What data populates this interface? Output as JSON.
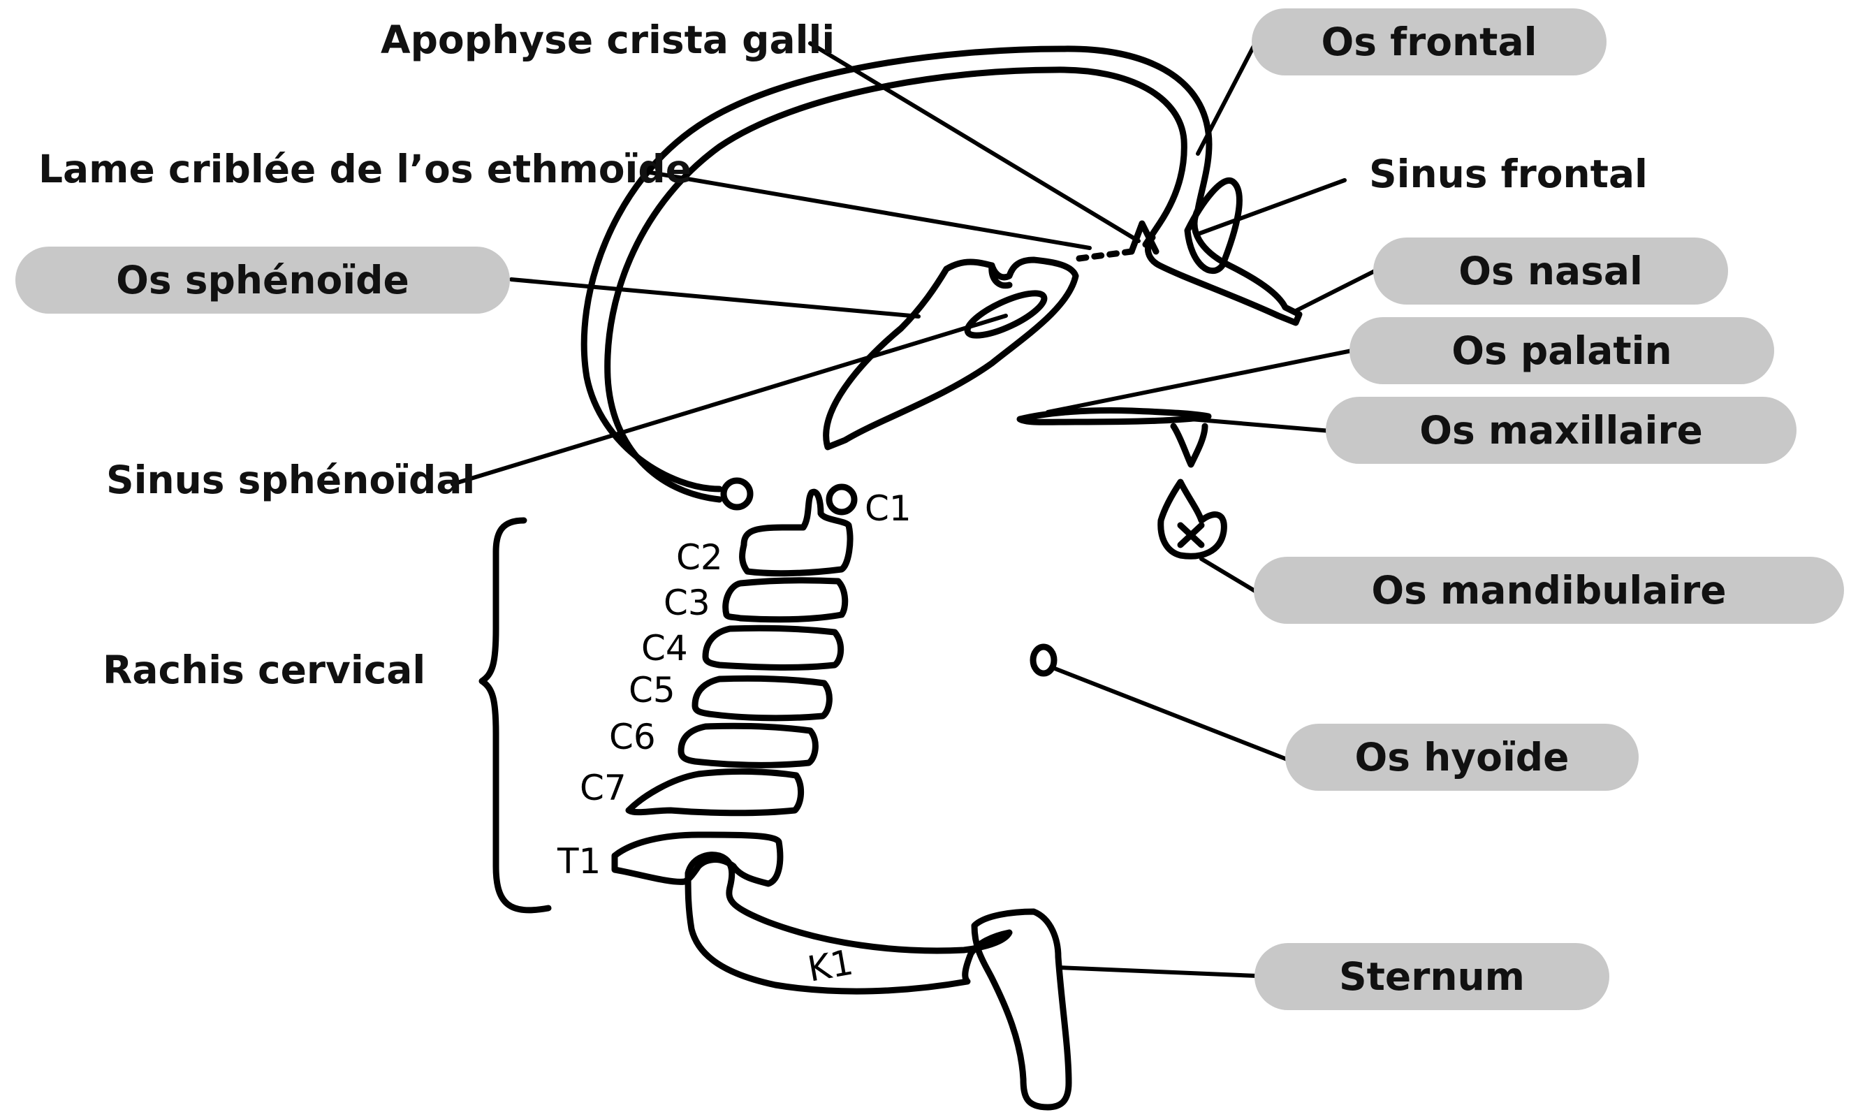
{
  "labels": {
    "apophyse": "Apophyse crista galli",
    "lame": "Lame criblée de l’os ethmoïde",
    "sinus_sphenoidal": "Sinus sphénoïdal",
    "sinus_frontal": "Sinus frontal",
    "rachis": "Rachis cervical"
  },
  "pills": {
    "os_frontal": "Os frontal",
    "os_sphenoide": "Os sphénoïde",
    "os_nasal": "Os nasal",
    "os_palatin": "Os palatin",
    "os_maxillaire": "Os maxillaire",
    "os_mandibulaire": "Os mandibulaire",
    "os_hyoide": "Os hyoïde",
    "sternum": "Sternum"
  },
  "vertebrae": {
    "c1": "C1",
    "c2": "C2",
    "c3": "C3",
    "c4": "C4",
    "c5": "C5",
    "c6": "C6",
    "c7": "C7",
    "t1": "T1",
    "k1": "K1"
  },
  "colors": {
    "pill": "#c8c8c8",
    "ink": "#000000",
    "background": "#ffffff"
  }
}
